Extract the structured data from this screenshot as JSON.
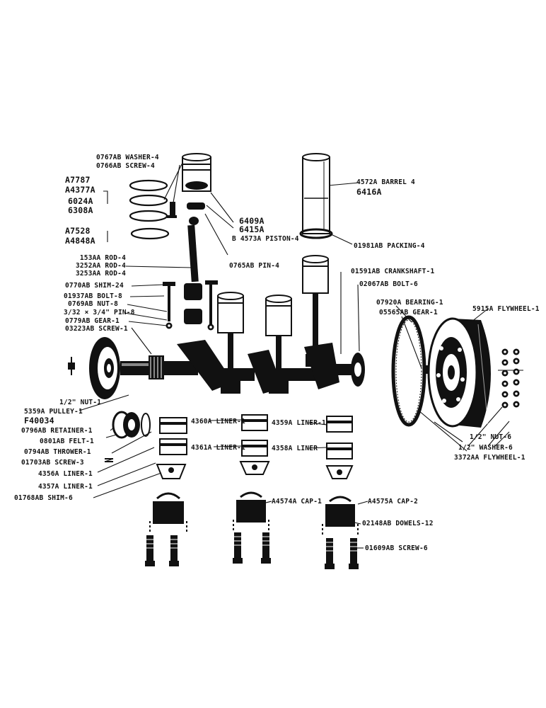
{
  "labels": {
    "washer_0767": "0767AB WASHER-4",
    "screw_0766": "0766AB SCREW-4",
    "ring_a7787": "A7787",
    "ring_a4377": "A4377A",
    "ring_6024": "6024A",
    "ring_6308": "6308A",
    "ring_a7528": "A7528",
    "ring_a4848": "A4848A",
    "barrel_4572": "4572A BARREL 4",
    "barrel_6416": "6416A",
    "piston_6409": "6409A",
    "piston_6415": "6415A",
    "piston_4573": "B 4573A PISTON-4",
    "packing_01981": "01981AB PACKING-4",
    "pin_0765": "0765AB PIN-4",
    "rod_153": "153AA ROD-4",
    "rod_3252": "3252AA ROD-4",
    "rod_3253": "3253AA ROD-4",
    "shim_0770": "0770AB SHIM-24",
    "bolt_01937": "01937AB BOLT-8",
    "nut_0769": "0769AB NUT-8",
    "pin_cotter": "3/32 × 3/4\" PIN-8",
    "gear_0779": "0779AB GEAR-1",
    "screw_03223": "03223AB SCREW-1",
    "crankshaft_01591": "01591AB CRANKSHAFT-1",
    "bolt_02067": "02067AB BOLT-6",
    "bearing_07920": "07920A BEARING-1",
    "gear_05565": "05565AB GEAR-1",
    "flywheel_5915": "5915A FLYWHEEL-1",
    "nut_half": "1/2\" NUT-1",
    "pulley_5359": "5359A PULLEY-1",
    "pulley_f40034": "F40034",
    "retainer_0796": "0796AB RETAINER-1",
    "felt_0801": "0801AB FELT-1",
    "thrower_0794": "0794AB THROWER-1",
    "screw_01703": "01703AB SCREW-3",
    "liner_4356": "4356A LINER-1",
    "liner_4357": "4357A LINER-1",
    "shim_01768": "01768AB SHIM-6",
    "liner_4360": "4360A LINER-1",
    "liner_4361": "4361A LINER-1",
    "liner_4359": "4359A LINER-1",
    "liner_4358": "4358A LINER",
    "cap_a4574": "A4574A CAP-1",
    "cap_a4575": "A4575A CAP-2",
    "dowels_02148": "02148AB DOWELS-12",
    "screw_01609": "01609AB SCREW-6",
    "nut6_half": "1/2\" NUT-6",
    "washer6_half": "1/2\" WASHER-6",
    "flywheel_3372": "3372AA FLYWHEEL-1"
  }
}
